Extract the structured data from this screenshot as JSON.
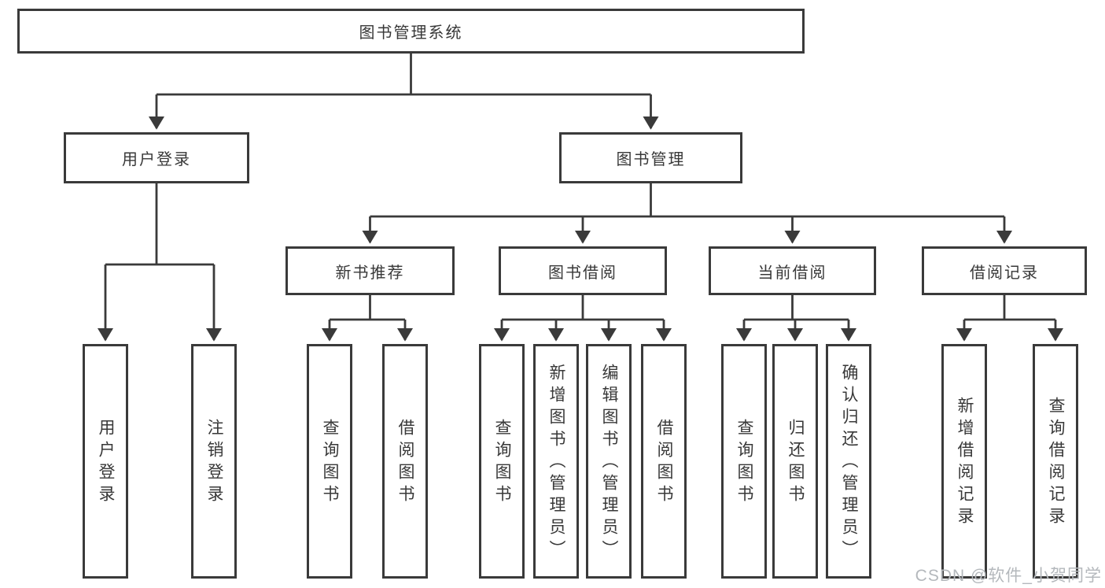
{
  "tree": {
    "root": {
      "label": "图书管理系统"
    },
    "login_branch": {
      "label": "用户登录",
      "children": [
        {
          "label": "用户登录"
        },
        {
          "label": "注销登录"
        }
      ]
    },
    "mgmt_branch": {
      "label": "图书管理",
      "groups": [
        {
          "label": "新书推荐",
          "children": [
            {
              "label": "查询图书"
            },
            {
              "label": "借阅图书"
            }
          ]
        },
        {
          "label": "图书借阅",
          "children": [
            {
              "label": "查询图书"
            },
            {
              "label": "新增图书（管理员）"
            },
            {
              "label": "编辑图书（管理员）"
            },
            {
              "label": "借阅图书"
            }
          ]
        },
        {
          "label": "当前借阅",
          "children": [
            {
              "label": "查询图书"
            },
            {
              "label": "归还图书"
            },
            {
              "label": "确认归还（管理员）"
            }
          ]
        },
        {
          "label": "借阅记录",
          "children": [
            {
              "label": "新增借阅记录"
            },
            {
              "label": "查询借阅记录"
            }
          ]
        }
      ]
    }
  },
  "watermark": {
    "text": "CSDN @软件_小贺同学"
  },
  "colors": {
    "line": "#3a3a3a",
    "text": "#383838",
    "background": "#ffffff",
    "watermark": "#b4b8bc"
  }
}
